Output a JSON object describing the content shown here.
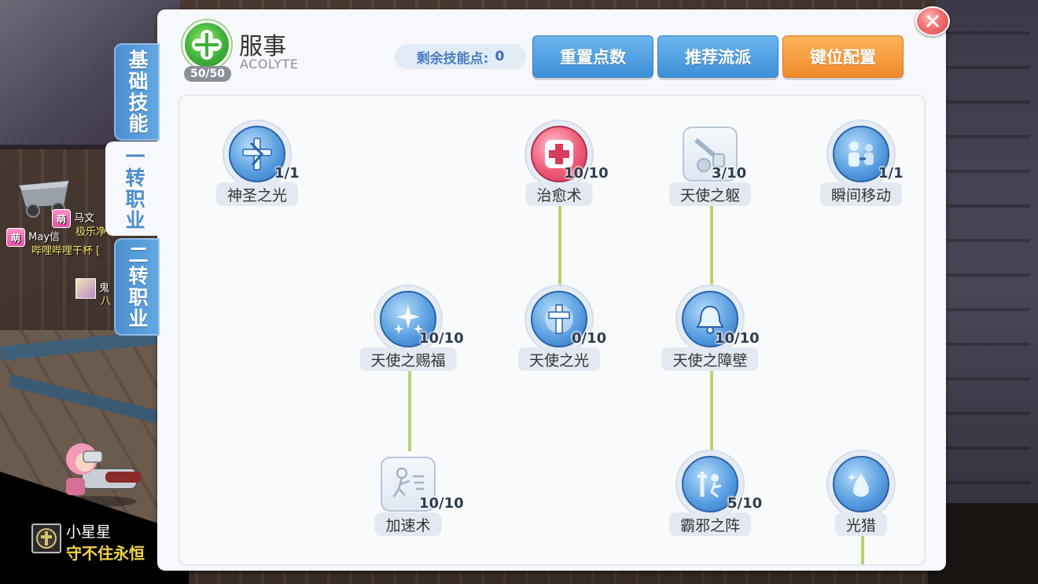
{
  "class": {
    "name": "服事",
    "subtitle": "ACOLYTE",
    "level": "50/50",
    "icon": "acolyte-cross-icon",
    "color": "#3fb13a"
  },
  "header": {
    "points_label": "剩余技能点:",
    "points_value": "0",
    "reset_label": "重置点数",
    "recommend_label": "推荐流派",
    "keybind_label": "键位配置"
  },
  "tabs": [
    {
      "label": "基础技能",
      "active": false
    },
    {
      "label": "一转职业",
      "active": true
    },
    {
      "label": "二转职业",
      "active": false
    }
  ],
  "skills": [
    {
      "id": "holy-light",
      "name": "神圣之光",
      "level": "1/1",
      "icon": "holy-light-icon",
      "style": "blue"
    },
    {
      "id": "heal",
      "name": "治愈术",
      "level": "10/10",
      "icon": "heal-cross-icon",
      "style": "red"
    },
    {
      "id": "angelus",
      "name": "天使之躯",
      "level": "3/10",
      "icon": "angelus-icon",
      "style": "gray"
    },
    {
      "id": "teleport",
      "name": "瞬间移动",
      "level": "1/1",
      "icon": "teleport-icon",
      "style": "blue"
    },
    {
      "id": "blessing",
      "name": "天使之赐福",
      "level": "10/10",
      "icon": "blessing-stars-icon",
      "style": "blue"
    },
    {
      "id": "aqua",
      "name": "天使之光",
      "level": "0/10",
      "icon": "light-cross-icon",
      "style": "blue"
    },
    {
      "id": "pneuma",
      "name": "天使之障壁",
      "level": "10/10",
      "icon": "barrier-bell-icon",
      "style": "blue"
    },
    {
      "id": "agi-up",
      "name": "加速术",
      "level": "10/10",
      "icon": "agility-icon",
      "style": "gray"
    },
    {
      "id": "signum",
      "name": "霸邪之阵",
      "level": "5/10",
      "icon": "signum-icon",
      "style": "blue"
    },
    {
      "id": "ruwach",
      "name": "光猎",
      "level": "",
      "icon": "ruwach-icon",
      "style": "blue"
    }
  ],
  "chat": [
    {
      "badge": "萌",
      "name": "马文",
      "msg": "极乐净"
    },
    {
      "badge": "萌",
      "name": "May信",
      "msg": "哔哩哔哩干杯 ["
    },
    {
      "badge": "",
      "name": "鬼",
      "msg": "八"
    }
  ],
  "player": {
    "name": "小星星",
    "guild": "守不住永恒"
  },
  "colors": {
    "accent_blue": "#4a8ecf",
    "accent_orange": "#f08a2a",
    "connector": "#b9d36b"
  }
}
